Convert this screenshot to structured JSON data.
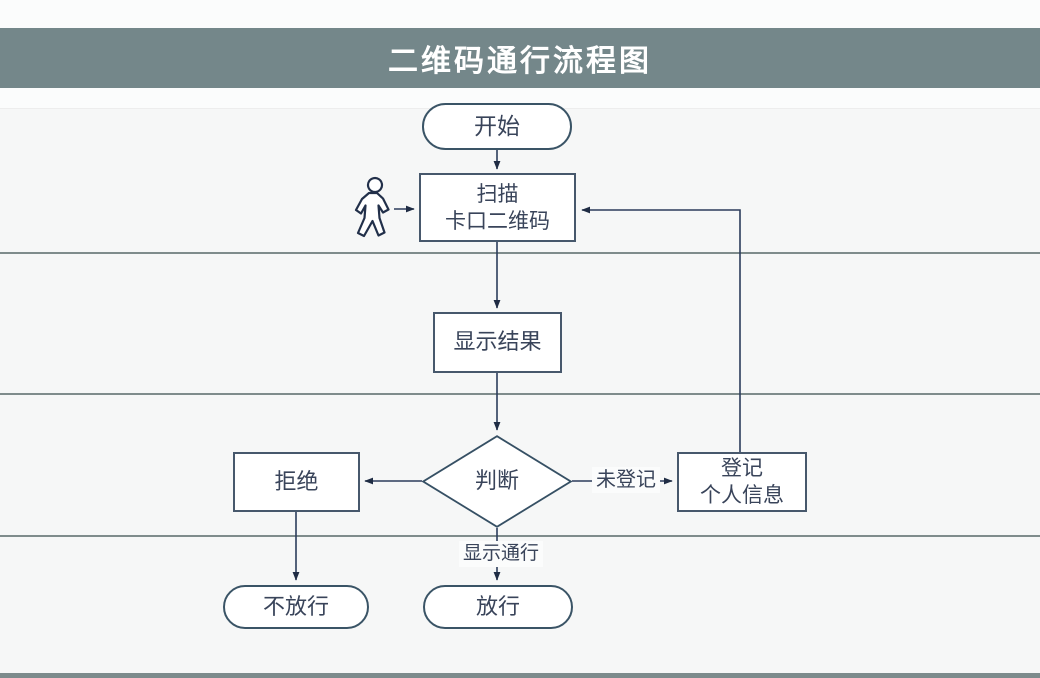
{
  "title": "二维码通行流程图",
  "flowchart": {
    "nodes": {
      "start": {
        "label": "开始",
        "type": "terminal"
      },
      "scan": {
        "line1": "扫描",
        "line2": "卡口二维码",
        "type": "process"
      },
      "display_result": {
        "label": "显示结果",
        "type": "process"
      },
      "decision": {
        "label": "判断",
        "type": "decision"
      },
      "reject": {
        "label": "拒绝",
        "type": "process"
      },
      "register": {
        "line1": "登记",
        "line2": "个人信息",
        "type": "process"
      },
      "no_pass": {
        "label": "不放行",
        "type": "terminal"
      },
      "pass": {
        "label": "放行",
        "type": "terminal"
      }
    },
    "edge_labels": {
      "not_registered": "未登记",
      "show_pass": "显示通行"
    },
    "icons": {
      "actor": "person-icon"
    }
  },
  "colors": {
    "title_bar_bg": "#74878a",
    "title_text": "#ffffff",
    "lane_bg": "#f6f7f7",
    "lane_line": "#7f8c8c",
    "node_border": "#47586c",
    "terminal_border": "#3a5466",
    "arrow": "#25324a",
    "text": "#39445a",
    "bottom_bar": "#7d8b8c"
  }
}
